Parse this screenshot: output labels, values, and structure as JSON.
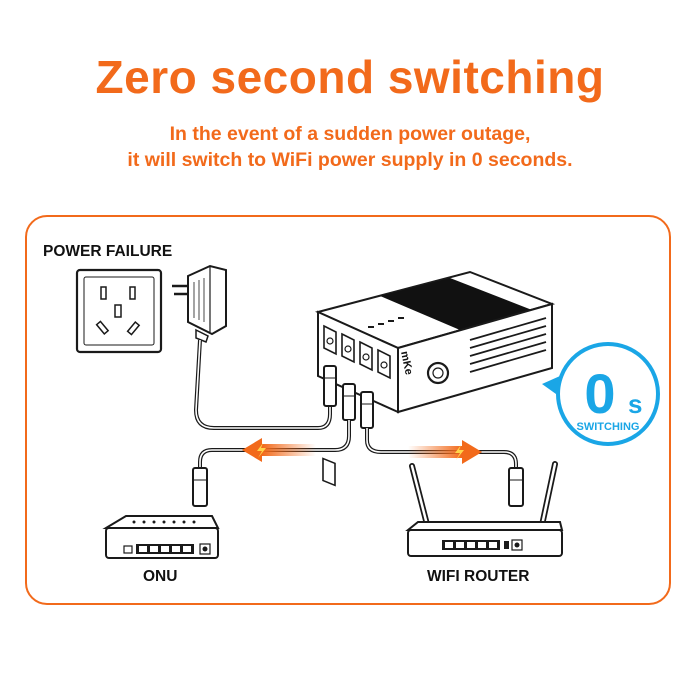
{
  "title": "Zero second switching",
  "subtitle": {
    "line1": "In the event of a sudden power outage,",
    "line2": "it will switch to WiFi power supply in 0 seconds."
  },
  "labels": {
    "power_failure": "POWER FAILURE",
    "onu": "ONU",
    "wifi_router": "WIFI ROUTER"
  },
  "device": {
    "brand": "mKe"
  },
  "badge": {
    "number": "0",
    "unit": "s",
    "caption": "SWITCHING"
  },
  "colors": {
    "accent": "#f26a1b",
    "badge": "#1aa6e6",
    "line": "#1a1a1a",
    "arrow": "#f26a1b"
  },
  "icons": [
    "power-socket-icon",
    "power-adapter-icon",
    "mini-ups-icon",
    "onu-icon",
    "wifi-router-icon",
    "lightning-arrow-icon"
  ]
}
